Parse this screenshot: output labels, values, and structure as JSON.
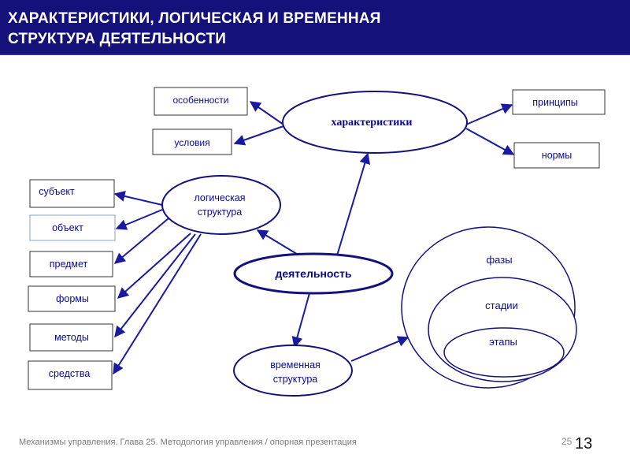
{
  "header": {
    "title_line1": "ХАРАКТЕРИСТИКИ, ЛОГИЧЕСКАЯ И ВРЕМЕННАЯ",
    "title_line2": "СТРУКТУРА ДЕЯТЕЛЬНОСТИ"
  },
  "nodes": {
    "characteristics": "характеристики",
    "logical_line1": "логическая",
    "logical_line2": "структура",
    "activity": "деятельность",
    "temporal_line1": "временная",
    "temporal_line2": "структура",
    "features": "особенности",
    "conditions": "условия",
    "principles": "принципы",
    "norms": "нормы",
    "subject": "субъект",
    "object": "объект",
    "topic": "предмет",
    "forms": "формы",
    "methods": "методы",
    "means": "средства",
    "phases": "фазы",
    "stages": "стадии",
    "steps": "этапы"
  },
  "footer": {
    "caption": "Механизмы управления. Глава 25. Методология управления / опорная презентация",
    "page_small": "25",
    "page_big": "13"
  },
  "colors": {
    "header_bg": "#14127a",
    "ink": "#0a0a8a",
    "arrow": "#1a1aa0",
    "box_border": "#333333"
  }
}
